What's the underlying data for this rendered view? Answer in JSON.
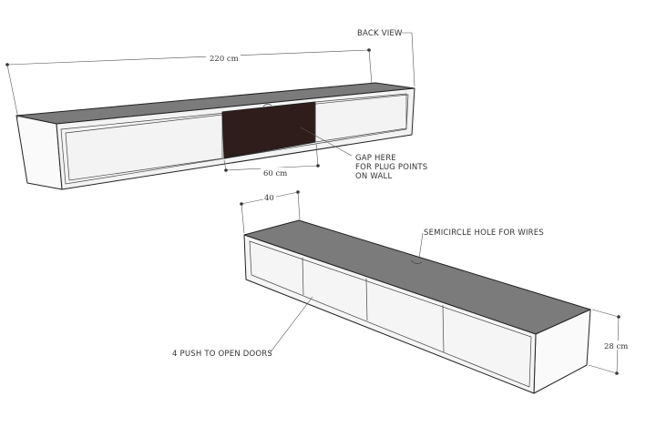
{
  "labels": {
    "back_view": "BACK VIEW",
    "total_width": "220 cm",
    "gap_width": "60 cm",
    "gap_note_1": "GAP HERE",
    "gap_note_2": "FOR PLUG POINTS",
    "gap_note_3": "ON WALL",
    "door_width": "40",
    "hole_note": "SEMICIRCLE HOLE FOR WIRES",
    "doors_note": "4 PUSH TO OPEN DOORS",
    "height": "28 cm"
  },
  "colors": {
    "top_surface": "#7b7b7b",
    "panel_white": "#f3f3f3",
    "side_white": "#fafafa",
    "gap_dark": "#2e1d1a",
    "line": "#222222"
  }
}
